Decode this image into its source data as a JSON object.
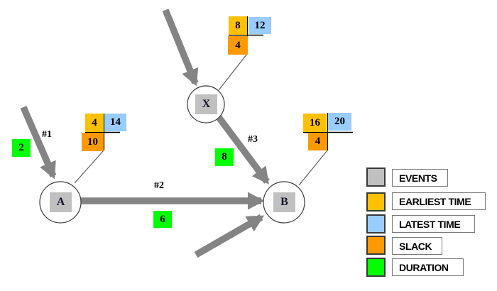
{
  "diagram": {
    "nodes": [
      {
        "label": "X"
      },
      {
        "label": "A"
      },
      {
        "label": "B"
      }
    ],
    "time_boxes": [
      {
        "node": "X",
        "earliest": "8",
        "latest": "12",
        "slack": "4"
      },
      {
        "node": "A",
        "earliest": "4",
        "latest": "14",
        "slack": "10"
      },
      {
        "node": "B",
        "earliest": "16",
        "latest": "20",
        "slack": "4"
      }
    ],
    "activities": [
      {
        "label": "#1",
        "duration": "2"
      },
      {
        "label": "#2",
        "duration": "6"
      },
      {
        "label": "#3",
        "duration": "8"
      }
    ]
  },
  "legend": {
    "items": [
      {
        "label": "EVENTS",
        "color": "#C0C0C0"
      },
      {
        "label": "EARLIEST TIME",
        "color": "#FFC000"
      },
      {
        "label": "LATEST TIME",
        "color": "#99CCFF"
      },
      {
        "label": "SLACK",
        "color": "#FF9900"
      },
      {
        "label": "DURATION",
        "color": "#00FF00"
      }
    ]
  },
  "colors": {
    "arrow_gray": "#848484",
    "event_fill": "#C0C0C0",
    "earliest_fill": "#FFC000",
    "latest_fill": "#99CCFF",
    "slack_fill": "#FF9900",
    "duration_fill": "#00FF00",
    "background": "#FFFFFF"
  }
}
